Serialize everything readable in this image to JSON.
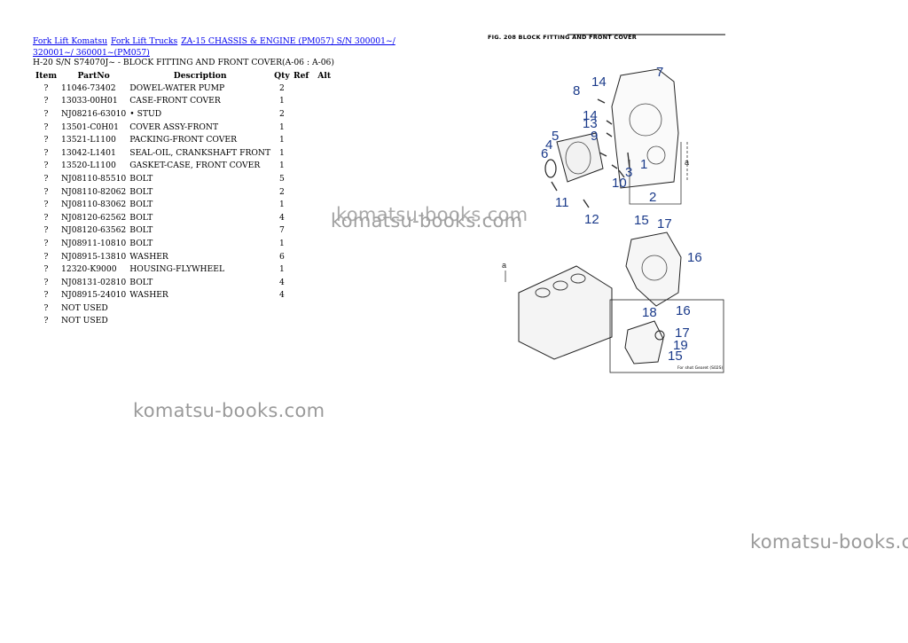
{
  "breadcrumbs": [
    {
      "label": "Fork Lift Komatsu"
    },
    {
      "label": "Fork Lift Trucks"
    },
    {
      "label": "ZA-15 CHASSIS & ENGINE (PM057) S/N  300001~/ 320001~/ 360001~(PM057)"
    }
  ],
  "subtitle": "H-20 S/N  S74070J~ - BLOCK FITTING AND FRONT COVER(A-06 : A-06)",
  "table": {
    "headers": [
      "Item",
      "PartNo",
      "Description",
      "Qty",
      "Ref",
      "Alt"
    ],
    "rows": [
      {
        "item": "?",
        "part": "11046-73402",
        "desc": "DOWEL-WATER PUMP",
        "qty": "2"
      },
      {
        "item": "?",
        "part": "13033-00H01",
        "desc": "CASE-FRONT COVER",
        "qty": "1"
      },
      {
        "item": "?",
        "part": "NJ08216-63010",
        "desc": "• STUD",
        "qty": "2"
      },
      {
        "item": "?",
        "part": "13501-C0H01",
        "desc": "COVER ASSY-FRONT",
        "qty": "1"
      },
      {
        "item": "?",
        "part": "13521-L1100",
        "desc": "PACKING-FRONT COVER",
        "qty": "1"
      },
      {
        "item": "?",
        "part": "13042-L1401",
        "desc": "SEAL-OIL, CRANKSHAFT FRONT",
        "qty": "1"
      },
      {
        "item": "?",
        "part": "13520-L1100",
        "desc": "GASKET-CASE, FRONT COVER",
        "qty": "1"
      },
      {
        "item": "?",
        "part": "NJ08110-85510",
        "desc": "BOLT",
        "qty": "5"
      },
      {
        "item": "?",
        "part": "NJ08110-82062",
        "desc": "BOLT",
        "qty": "2"
      },
      {
        "item": "?",
        "part": "NJ08110-83062",
        "desc": "BOLT",
        "qty": "1"
      },
      {
        "item": "?",
        "part": "NJ08120-62562",
        "desc": "BOLT",
        "qty": "4"
      },
      {
        "item": "?",
        "part": "NJ08120-63562",
        "desc": "BOLT",
        "qty": "7"
      },
      {
        "item": "?",
        "part": "NJ08911-10810",
        "desc": "BOLT",
        "qty": "1"
      },
      {
        "item": "?",
        "part": "NJ08915-13810",
        "desc": "WASHER",
        "qty": "6"
      },
      {
        "item": "?",
        "part": "12320-K9000",
        "desc": "HOUSING-FLYWHEEL",
        "qty": "1"
      },
      {
        "item": "?",
        "part": "NJ08131-02810",
        "desc": "BOLT",
        "qty": "4"
      },
      {
        "item": "?",
        "part": "NJ08915-24010",
        "desc": "WASHER",
        "qty": "4"
      },
      {
        "item": "?",
        "part": "NOT USED",
        "desc": "",
        "qty": ""
      },
      {
        "item": "?",
        "part": "NOT USED",
        "desc": "",
        "qty": ""
      }
    ]
  },
  "watermark": "komatsu-books.com",
  "figure": {
    "title": "FIG. 208  BLOCK FITTING AND FRONT COVER",
    "inset_caption": "For shot Gearet (S02S)",
    "callouts": [
      "14",
      "7",
      "8",
      "14",
      "13",
      "9",
      "5",
      "4",
      "6",
      "1",
      "3",
      "10",
      "2",
      "11",
      "12",
      "15",
      "17",
      "16",
      "18",
      "16",
      "17",
      "19",
      "15"
    ],
    "arrow_label": "a",
    "callout_color": "#1a3a8a"
  }
}
